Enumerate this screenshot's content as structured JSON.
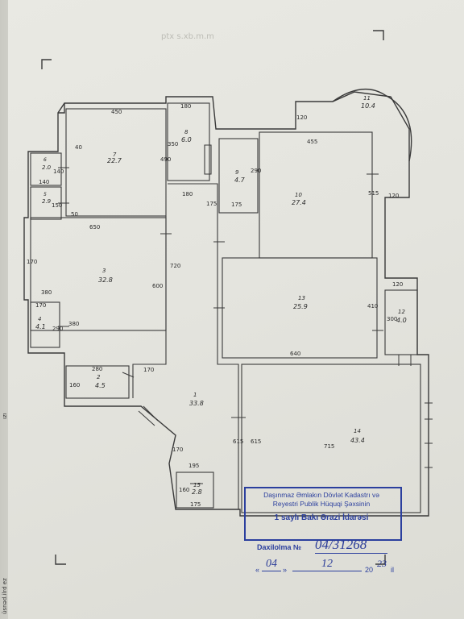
{
  "header_faint": "ptx s.xb.m.m",
  "edge_texts": [
    "ızı",
    "üsnəd.ilrd ez"
  ],
  "rooms": [
    {
      "number": "1",
      "area": "33.8"
    },
    {
      "number": "2",
      "area": "4.5"
    },
    {
      "number": "3",
      "area": "32.8"
    },
    {
      "number": "4",
      "area": "4.1"
    },
    {
      "number": "5",
      "area": "2.9"
    },
    {
      "number": "6",
      "area": "2.0"
    },
    {
      "number": "7",
      "area": "22.7"
    },
    {
      "number": "8",
      "area": "6.0"
    },
    {
      "number": "9",
      "area": "4.7"
    },
    {
      "number": "10",
      "area": "27.4"
    },
    {
      "number": "11",
      "area": "10.4"
    },
    {
      "number": "12",
      "area": "4.0"
    },
    {
      "number": "13",
      "area": "25.9"
    },
    {
      "number": "14",
      "area": "43.4"
    },
    {
      "number": "15",
      "area": "2.8"
    }
  ],
  "dimensions": [
    "450",
    "180",
    "40",
    "490",
    "350",
    "455",
    "120",
    "120",
    "515",
    "140",
    "140",
    "150",
    "50",
    "180",
    "175",
    "175",
    "290",
    "650",
    "170",
    "600",
    "720",
    "380",
    "170",
    "290",
    "380",
    "410",
    "120",
    "300",
    "640",
    "280",
    "170",
    "160",
    "615",
    "615",
    "715",
    "170",
    "195",
    "160",
    "175"
  ],
  "stamp": {
    "line1": "Daşınmaz Əmlakın Dövlət Kadastrı və",
    "line2": "Reyestri Publik Hüquqi Şəxsinin",
    "office": "1 saylı Bakı Ərazi İdarəsi",
    "entry_label": "Daxilolma №",
    "entry_number": "04/31268",
    "quote_open": "«",
    "day": "04",
    "quote_close": "»",
    "month": "12",
    "year_prefix": "20",
    "year_suffix": "23",
    "il": "il"
  }
}
